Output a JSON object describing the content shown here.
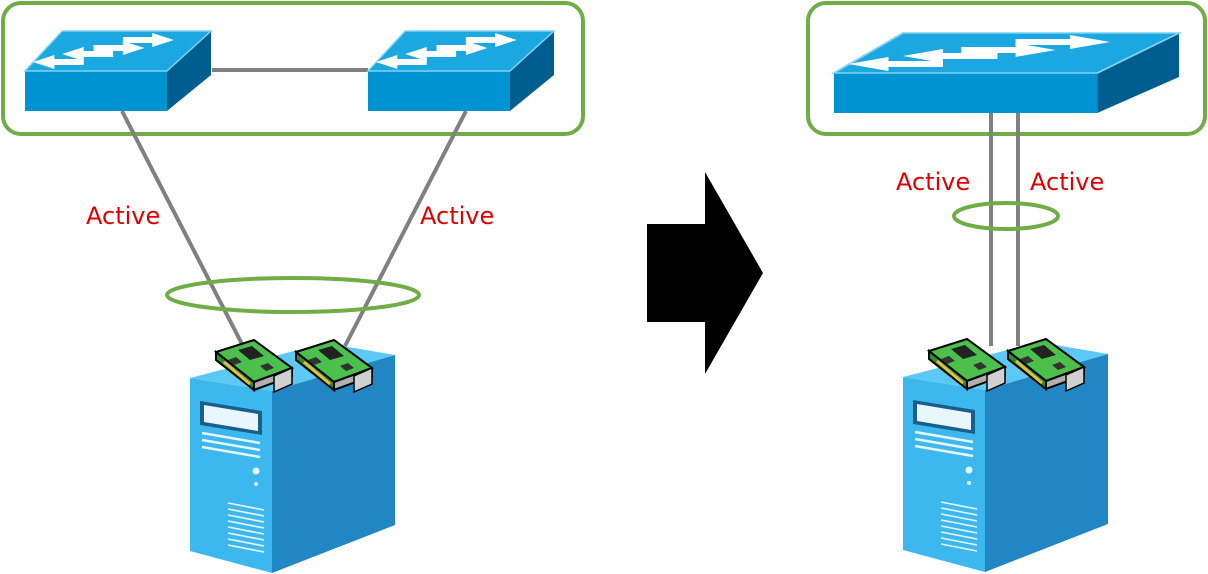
{
  "left_panel": {
    "link_labels": [
      "Active",
      "Active"
    ]
  },
  "right_panel": {
    "link_labels": [
      "Active",
      "Active"
    ]
  },
  "colors": {
    "group_outline": "#70AD47",
    "cable": "#808080",
    "label_text": "#E00000",
    "switch_top": "#1BA7E0",
    "switch_front": "#0093D1",
    "switch_side": "#005D8F",
    "server_front": "#3CB8EE",
    "server_side": "#2187C4",
    "server_top": "#5CC9F5",
    "nic_board": "#4CC04C",
    "arrow": "#000000"
  },
  "icons": {
    "switch": "network-switch-icon",
    "server": "tower-server-icon",
    "nic": "network-card-icon",
    "arrow": "right-arrow-icon"
  }
}
